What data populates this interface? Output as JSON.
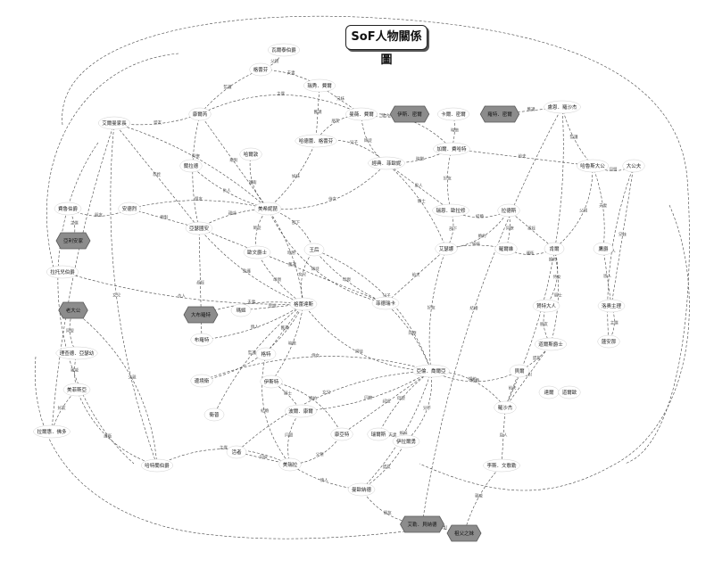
{
  "diagram": {
    "title": "SoF人物關係圖",
    "nodes": [
      {
        "id": "n1",
        "label": "瓦爾泰伯爵",
        "kind": "person"
      },
      {
        "id": "n2",
        "label": "格蕾芬",
        "kind": "person"
      },
      {
        "id": "n3",
        "label": "瑞秀．費爾",
        "kind": "person"
      },
      {
        "id": "n4",
        "label": "康爾芮",
        "kind": "person"
      },
      {
        "id": "n5",
        "label": "曼薇．費爾",
        "kind": "person"
      },
      {
        "id": "n6",
        "label": "伊斯．密爾",
        "kind": "group"
      },
      {
        "id": "n7",
        "label": "卡爾．密爾",
        "kind": "person"
      },
      {
        "id": "n8",
        "label": "羅特．密爾",
        "kind": "group"
      },
      {
        "id": "n9",
        "label": "盧恩．羅沙杰",
        "kind": "person"
      },
      {
        "id": "n10",
        "label": "艾爾曼家長",
        "kind": "person"
      },
      {
        "id": "n11",
        "label": "哈德蕾．格蕾芬",
        "kind": "person"
      },
      {
        "id": "n12",
        "label": "加爾．費哈特",
        "kind": "person"
      },
      {
        "id": "n13",
        "label": "哈爾敦",
        "kind": "person"
      },
      {
        "id": "n14",
        "label": "經典．菲歐妮",
        "kind": "person"
      },
      {
        "id": "n15",
        "label": "蘭拉德",
        "kind": "person"
      },
      {
        "id": "n16",
        "label": "哈魯斯大公",
        "kind": "person"
      },
      {
        "id": "n17",
        "label": "大公夫",
        "kind": "person"
      },
      {
        "id": "n18",
        "label": "費魯伯爵",
        "kind": "person"
      },
      {
        "id": "n19",
        "label": "安德烈",
        "kind": "person"
      },
      {
        "id": "n20",
        "label": "美希妮琵",
        "kind": "person"
      },
      {
        "id": "n21",
        "label": "亞瑟國安",
        "kind": "person"
      },
      {
        "id": "n22",
        "label": "瑞恩．歐拉修",
        "kind": "person"
      },
      {
        "id": "n23",
        "label": "拉德斯",
        "kind": "person"
      },
      {
        "id": "n24",
        "label": "亞利安家",
        "kind": "group"
      },
      {
        "id": "n25",
        "label": "歐文爵士",
        "kind": "person"
      },
      {
        "id": "n26",
        "label": "王后",
        "kind": "person"
      },
      {
        "id": "n27",
        "label": "艾瑟娜",
        "kind": "person"
      },
      {
        "id": "n28",
        "label": "羅爾維",
        "kind": "person"
      },
      {
        "id": "n29",
        "label": "肯爾",
        "kind": "person"
      },
      {
        "id": "n30",
        "label": "鷹爵",
        "kind": "person"
      },
      {
        "id": "n31",
        "label": "拉托兒伯爵",
        "kind": "person"
      },
      {
        "id": "n32",
        "label": "菲德瑞卡",
        "kind": "person"
      },
      {
        "id": "n33",
        "label": "老大公",
        "kind": "group"
      },
      {
        "id": "n34",
        "label": "大布羅特",
        "kind": "group"
      },
      {
        "id": "n35",
        "label": "瑪姬",
        "kind": "person"
      },
      {
        "id": "n36",
        "label": "布羅特",
        "kind": "person"
      },
      {
        "id": "n37",
        "label": "賀特大人",
        "kind": "person"
      },
      {
        "id": "n38",
        "label": "洛奧主理",
        "kind": "person"
      },
      {
        "id": "n39",
        "label": "蓮安那",
        "kind": "person"
      },
      {
        "id": "n40",
        "label": "道爾斯爵士",
        "kind": "person"
      },
      {
        "id": "n41",
        "label": "理查德．亞瑟幼",
        "kind": "person"
      },
      {
        "id": "n42",
        "label": "格蕾達斯",
        "kind": "person"
      },
      {
        "id": "n43",
        "label": "格特",
        "kind": "person"
      },
      {
        "id": "n44",
        "label": "亞倫．喬爾亞",
        "kind": "person"
      },
      {
        "id": "n45",
        "label": "貝爾",
        "kind": "person"
      },
      {
        "id": "n46",
        "label": "美菲斯亞",
        "kind": "person"
      },
      {
        "id": "n47",
        "label": "邊境衛",
        "kind": "person"
      },
      {
        "id": "n48",
        "label": "伊斯特",
        "kind": "person"
      },
      {
        "id": "n49",
        "label": "羅沙杰",
        "kind": "person"
      },
      {
        "id": "n50",
        "label": "達爾",
        "kind": "person"
      },
      {
        "id": "n51",
        "label": "道爾歐",
        "kind": "person"
      },
      {
        "id": "n52",
        "label": "衛普",
        "kind": "person"
      },
      {
        "id": "n53",
        "label": "拉爾惠．佛多",
        "kind": "person"
      },
      {
        "id": "n54",
        "label": "波爾．康爾",
        "kind": "person"
      },
      {
        "id": "n55",
        "label": "康亞特",
        "kind": "person"
      },
      {
        "id": "n56",
        "label": "瑞爾斯",
        "kind": "person"
      },
      {
        "id": "n57",
        "label": "活者",
        "kind": "person"
      },
      {
        "id": "n58",
        "label": "美瑞拉",
        "kind": "person"
      },
      {
        "id": "n59",
        "label": "曼歐納德",
        "kind": "person"
      },
      {
        "id": "n60",
        "label": "哈特蘭伯爵",
        "kind": "person"
      },
      {
        "id": "n61",
        "label": "伊拉爾勇",
        "kind": "person"
      },
      {
        "id": "n62",
        "label": "艾勒．貝納德",
        "kind": "group"
      },
      {
        "id": "n63",
        "label": "李斯．文歌勒",
        "kind": "person"
      },
      {
        "id": "n64",
        "label": "祖父之妹",
        "kind": "group"
      }
    ],
    "edge_labels": [
      "父親",
      "夫妻",
      "兄妹",
      "情人",
      "朋友",
      "主僕",
      "盟友",
      "敵對",
      "親戚",
      "師徒",
      "部下",
      "暗戀",
      "舊識",
      "監護",
      "結婚",
      "婚約",
      "同僚",
      "叔姪",
      "母親",
      "女兒",
      "兒子",
      "姊妹",
      "前夫",
      "好友",
      "護衛",
      "侍女",
      "騎士",
      "恩人",
      "仇人",
      "同盟"
    ]
  }
}
